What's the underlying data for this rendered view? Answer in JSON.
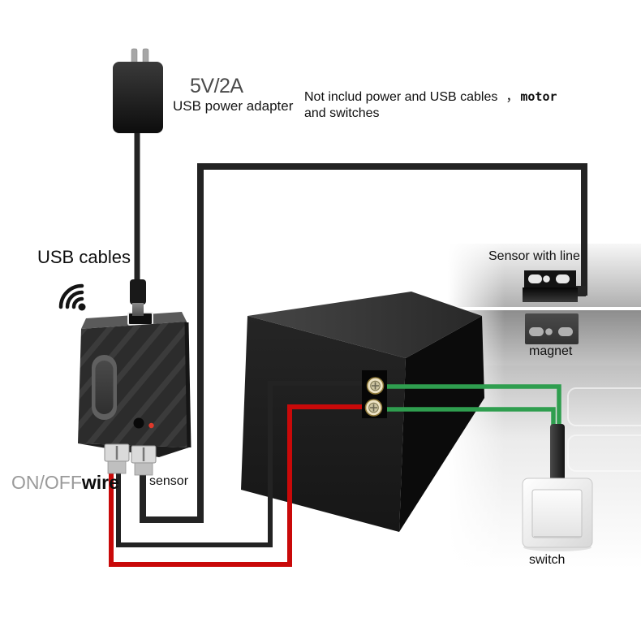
{
  "labels": {
    "power_rating": "5V/2A",
    "usb_power_adapter": "USB power adapter",
    "note_line1": "Not includ power and USB cables",
    "note_comma": "，",
    "note_motor": "motor",
    "note_line2": "and switches",
    "usb_cables": "USB cables",
    "on_off": "ON/OFF",
    "wire": "wire",
    "sensor": "sensor",
    "sensor_with_line": "Sensor with line",
    "magnet": "magnet",
    "switch": "switch"
  },
  "colors": {
    "wire_black": "#232323",
    "wire_red": "#c90909",
    "wire_green": "#2f9e4f",
    "terminal_brass": "#ede3c4",
    "led_red": "#e0392b"
  },
  "icons": {
    "wifi": "wifi-icon"
  }
}
